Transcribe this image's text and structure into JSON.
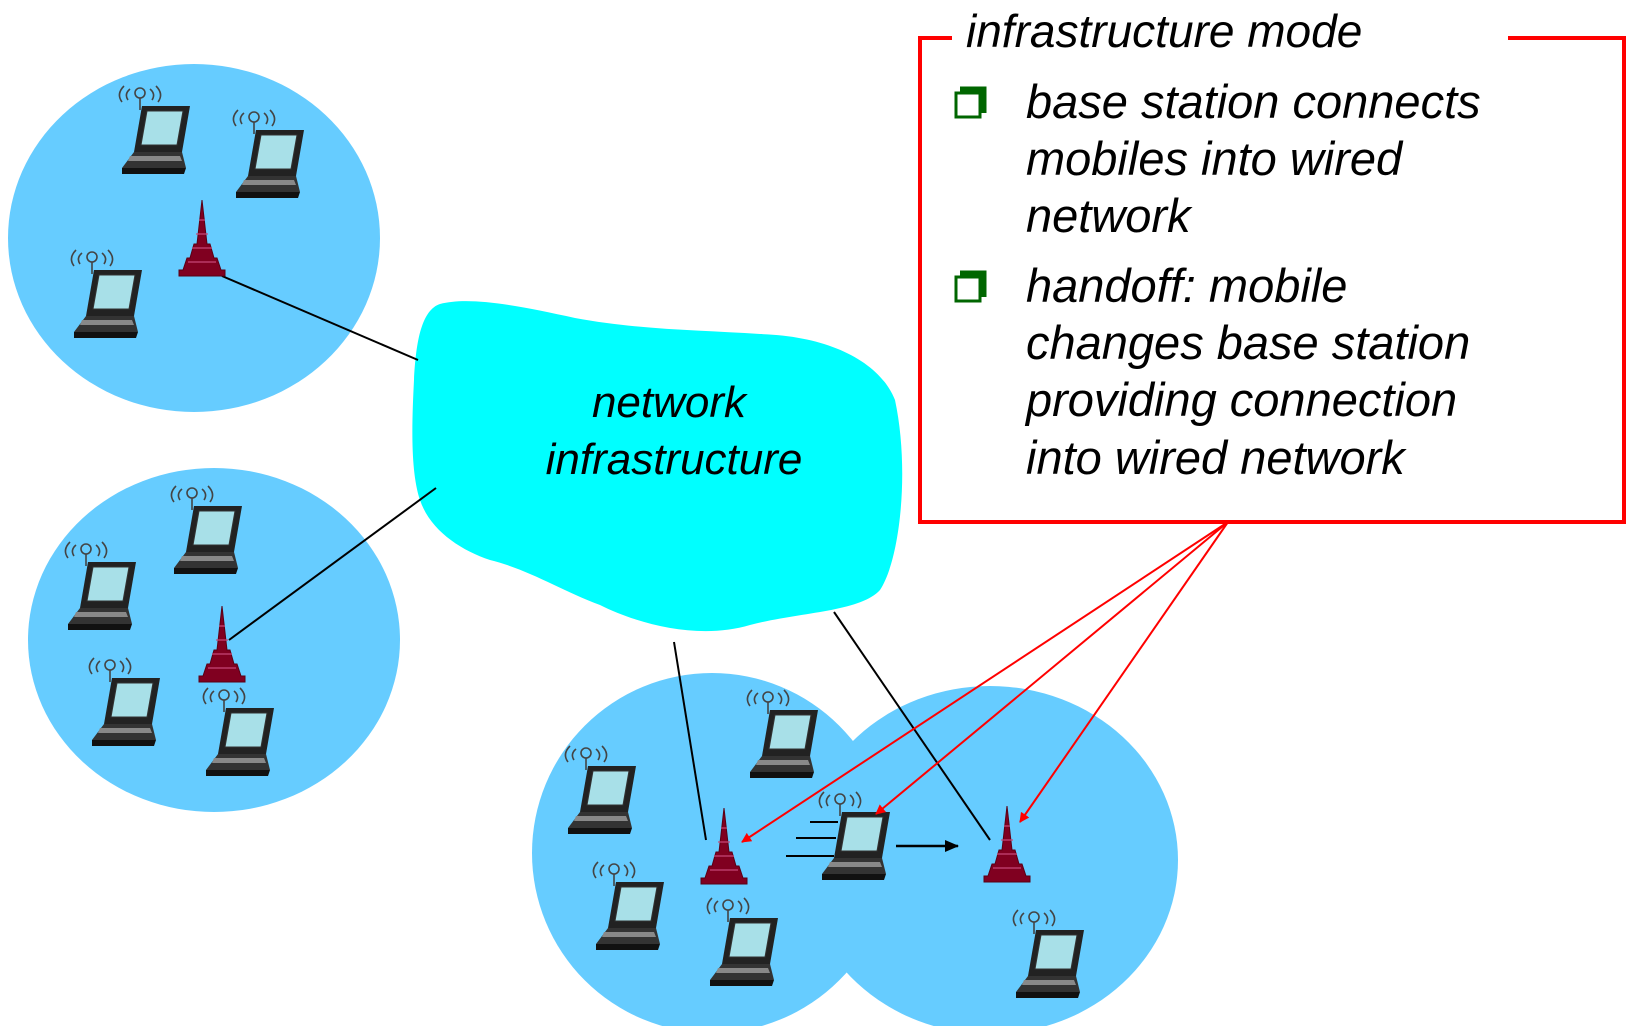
{
  "legend": {
    "title": "infrastructure mode",
    "bullets": [
      [
        "base station connects",
        "mobiles into wired",
        "network"
      ],
      [
        "handoff: mobile",
        "changes base station",
        "providing connection",
        "into wired network"
      ]
    ]
  },
  "cloud": {
    "lines": [
      "network",
      "infrastructure"
    ]
  },
  "icons": {
    "laptop": "laptop-icon",
    "wireless": "wireless-signal-icon",
    "base_station": "base-station-icon",
    "bullet": "square-bullet-icon",
    "motion": "motion-lines-icon"
  },
  "colors": {
    "cell": "#66ccff",
    "cloud": "#00ffff",
    "base_station": "#800020",
    "legend_border": "#ff0000",
    "arrow": "#ff0000",
    "bullet": "#006600"
  }
}
